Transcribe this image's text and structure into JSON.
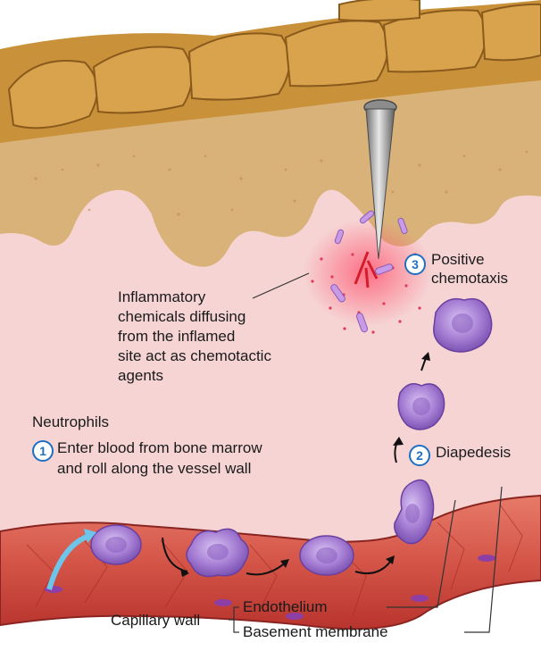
{
  "labels": {
    "step1_number": "1",
    "step2_number": "2",
    "step3_number": "3",
    "neutrophils": "Neutrophils",
    "step1_line1": "Enter blood from bone marrow",
    "step1_line2": "and roll along the vessel wall",
    "step2": "Diapedesis",
    "step3_line1": "Positive",
    "step3_line2": "chemotaxis",
    "inflammatory_line1": "Inflammatory",
    "inflammatory_line2": "chemicals diffusing",
    "inflammatory_line3": "from the inflamed",
    "inflammatory_line4": "site act as chemotactic",
    "inflammatory_line5": "agents",
    "capillary_wall": "Capillary wall",
    "endothelium": "Endothelium",
    "basement_membrane": "Basement membrane"
  },
  "colors": {
    "epidermis": "#c8913a",
    "dermis": "#d9b27a",
    "tissue": "#f6d4d4",
    "vessel": "#c9433d",
    "neutrophil": "#a67ed4",
    "number_ring": "#1f6fc2",
    "arrow": "#6dc6ea"
  }
}
